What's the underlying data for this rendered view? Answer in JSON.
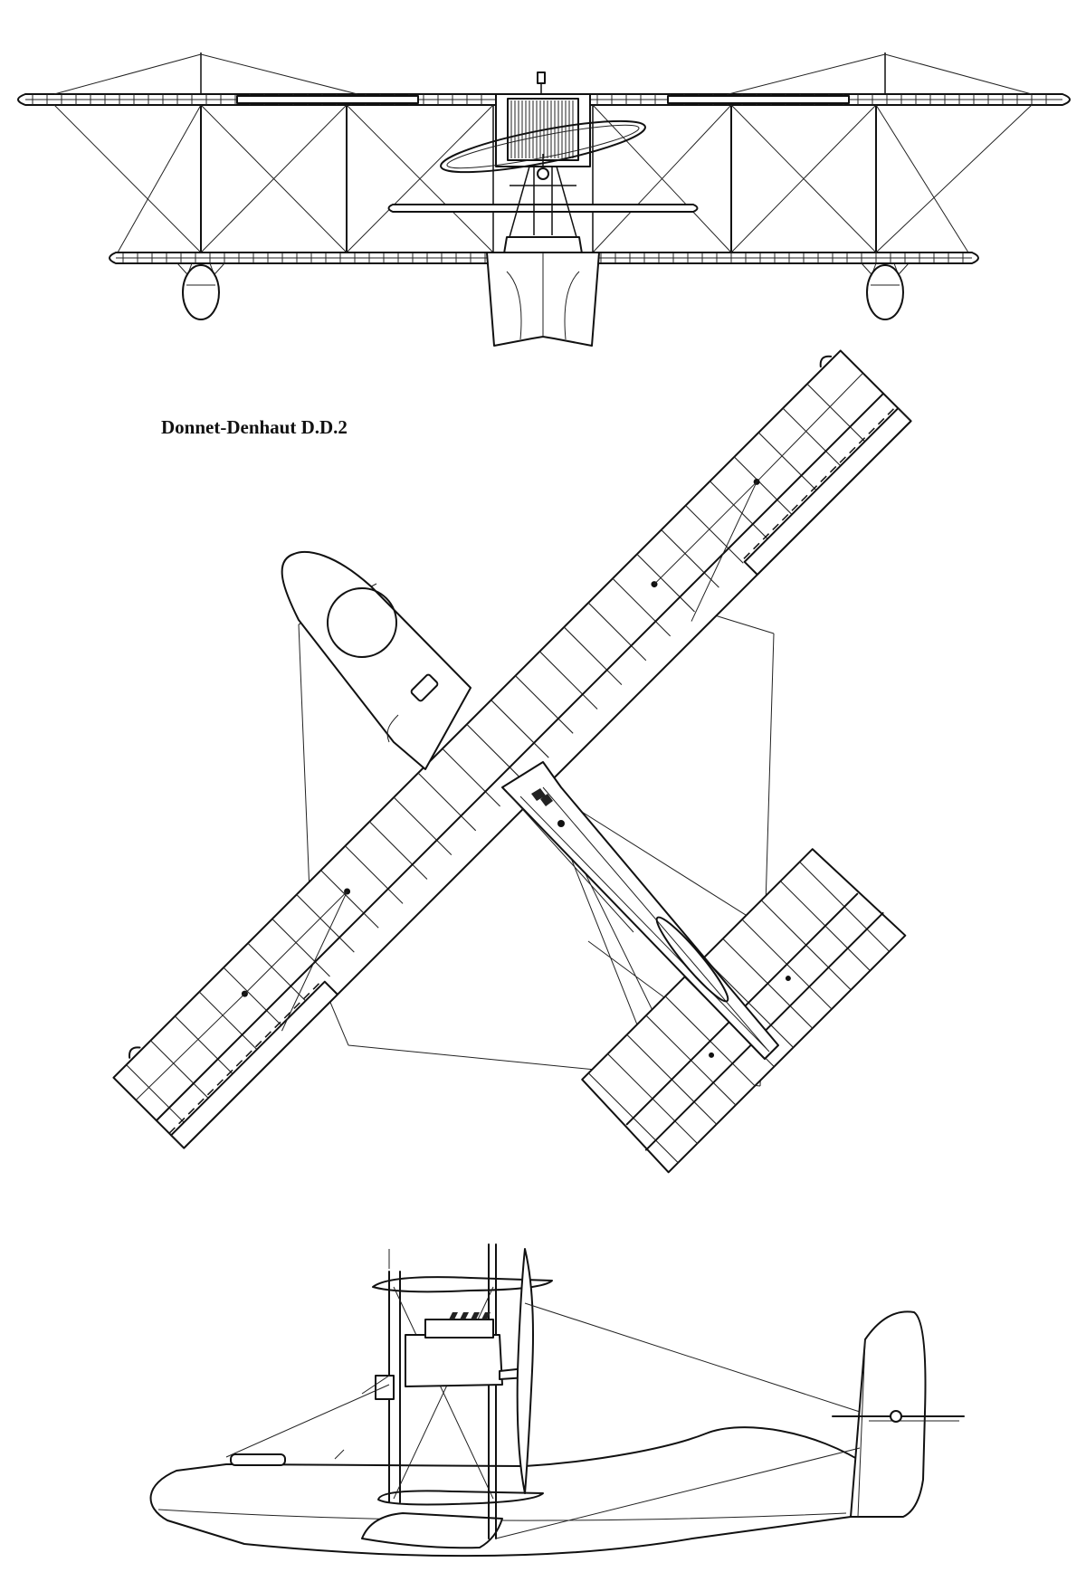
{
  "drawing": {
    "title": "Donnet-Denhaut D.D.2",
    "views": [
      "front-view",
      "plan-view",
      "side-view"
    ]
  },
  "colors": {
    "ink": "#111111",
    "paper": "#ffffff"
  }
}
